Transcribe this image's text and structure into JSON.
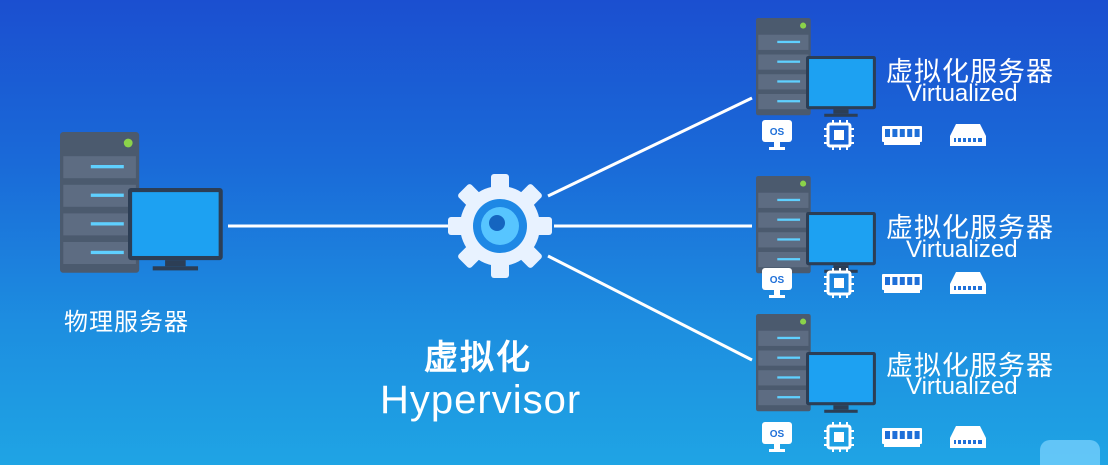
{
  "physical_server": {
    "label": "物理服务器",
    "icon": "server-with-monitor-icon"
  },
  "hypervisor": {
    "title": "虚拟化",
    "subtitle": "Hypervisor",
    "icon": "gear-icon"
  },
  "virtual_servers": [
    {
      "title": "虚拟化服务器",
      "subtitle": "Virtualized",
      "resources": [
        "os-icon",
        "cpu-chip-icon",
        "memory-icon",
        "storage-drive-icon"
      ]
    },
    {
      "title": "虚拟化服务器",
      "subtitle": "Virtualized",
      "resources": [
        "os-icon",
        "cpu-chip-icon",
        "memory-icon",
        "storage-drive-icon"
      ]
    },
    {
      "title": "虚拟化服务器",
      "subtitle": "Virtualized",
      "resources": [
        "os-icon",
        "cpu-chip-icon",
        "memory-icon",
        "storage-drive-icon"
      ]
    }
  ],
  "os_badge": "OS",
  "colors": {
    "background_top": "#1b4fd0",
    "background_bottom": "#1fa4e4",
    "server_body": "#4b5a6e",
    "accent": "#34b3ff",
    "gear": "#e8f2ff"
  }
}
